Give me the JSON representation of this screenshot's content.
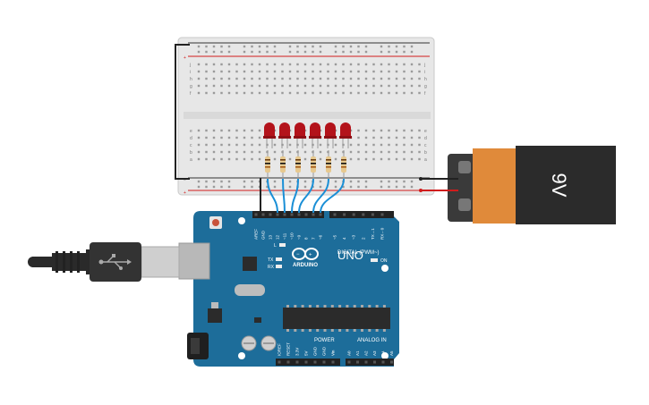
{
  "breadboard": {
    "row_letters_top": [
      "j",
      "i",
      "h",
      "g",
      "f"
    ],
    "row_letters_bottom": [
      "e",
      "d",
      "c",
      "b",
      "a"
    ],
    "column_count": 30,
    "rail_plus": "+",
    "rail_minus": "−"
  },
  "leds": {
    "count": 6,
    "color": "#b3131b"
  },
  "resistors": {
    "count": 6
  },
  "battery": {
    "label": "9V",
    "color": "#e08a3a"
  },
  "arduino": {
    "logo_text": "ARDUINO",
    "model": "UNO",
    "digital_label": "DIGITAL (PWM~)",
    "power_label": "POWER",
    "analog_label": "ANALOG IN",
    "on_label": "ON",
    "l_label": "L",
    "tx_label": "TX",
    "rx_label": "RX",
    "top_pin_labels": [
      "AREF",
      "GND",
      "13",
      "12",
      "~11",
      "~10",
      "~9",
      "8",
      "7",
      "~6",
      "~5",
      "4",
      "~3",
      "2",
      "TX→1",
      "RX←0"
    ],
    "power_pin_labels": [
      "IOREF",
      "RESET",
      "3.3V",
      "5V",
      "GND",
      "GND",
      "Vin"
    ],
    "analog_pin_labels": [
      "A0",
      "A1",
      "A2",
      "A3",
      "A4",
      "A5"
    ],
    "board_color": "#1d6d9a"
  },
  "usb_cable": {
    "plug_color": "#333333"
  },
  "wires": {
    "signal_color": "#1a8fd6",
    "ground_color": "#333333",
    "power_color": "#d01c1c"
  }
}
